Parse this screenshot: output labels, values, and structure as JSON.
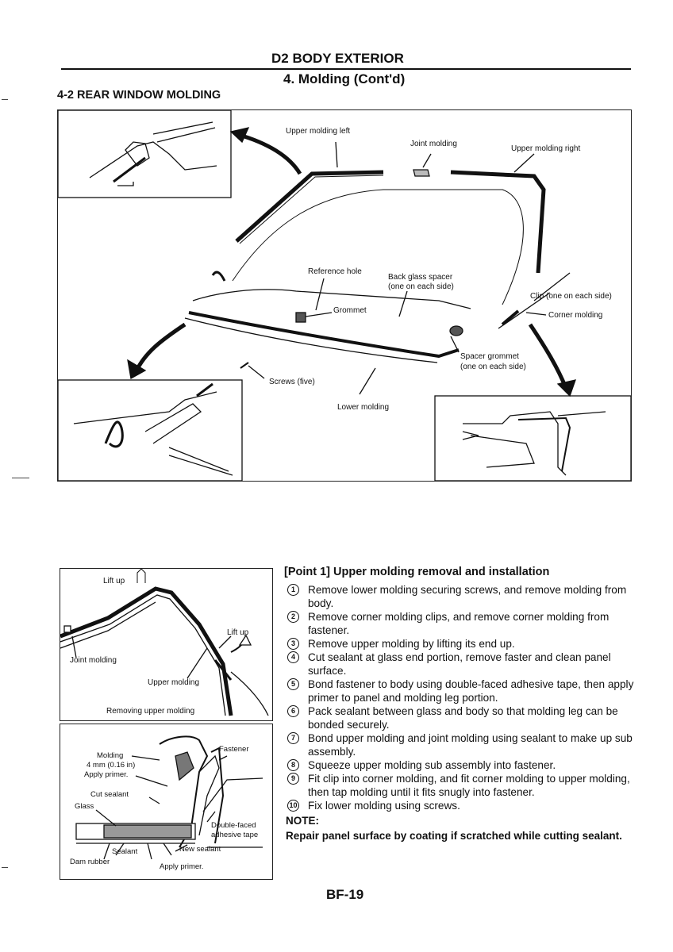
{
  "header": {
    "section_title": "D2 BODY EXTERIOR",
    "subsection_title": "4. Molding (Cont'd)",
    "sub_heading": "4-2 REAR WINDOW MOLDING"
  },
  "main_figure": {
    "labels": {
      "upper_left": "Upper molding left",
      "joint": "Joint molding",
      "upper_right": "Upper molding right",
      "reference_hole": "Reference hole",
      "back_glass_spacer": "Back glass spacer",
      "back_glass_spacer_note": "(one on each side)",
      "clip": "Clip (one on each side)",
      "grommet": "Grommet",
      "corner": "Corner molding",
      "spacer_grommet": "Spacer grommet",
      "spacer_grommet_note": "(one on each side)",
      "screws": "Screws (five)",
      "lower": "Lower molding"
    }
  },
  "lift_figure": {
    "labels": {
      "lift_up_1": "Lift up",
      "lift_up_2": "Lift up",
      "joint": "Joint molding",
      "upper": "Upper molding",
      "caption": "Removing upper molding"
    }
  },
  "section_figure": {
    "labels": {
      "molding": "Molding",
      "dimension": "4 mm (0.16 in)",
      "apply_primer_1": "Apply primer.",
      "fastener": "Fastener",
      "cut_sealant": "Cut sealant",
      "glass": "Glass",
      "double_faced_1": "Double-faced",
      "double_faced_2": "adhesive tape",
      "sealant": "Sealant",
      "new_sealant": "New sealant",
      "dam_rubber": "Dam rubber",
      "apply_primer_2": "Apply primer."
    }
  },
  "point1": {
    "heading": "[Point 1] Upper molding removal and installation",
    "steps": [
      {
        "num": "1",
        "text": "Remove lower molding securing screws, and remove molding from body."
      },
      {
        "num": "2",
        "text": "Remove corner molding clips, and remove corner molding from fastener."
      },
      {
        "num": "3",
        "text": "Remove upper molding by lifting its end up."
      },
      {
        "num": "4",
        "text": "Cut sealant at glass end portion, remove faster and clean panel surface."
      },
      {
        "num": "5",
        "text": "Bond fastener to body using double-faced adhesive tape, then apply primer to panel and molding leg portion."
      },
      {
        "num": "6",
        "text": "Pack sealant between glass and body so that molding leg can be bonded securely."
      },
      {
        "num": "7",
        "text": "Bond upper molding and joint molding using sealant to make up sub assembly."
      },
      {
        "num": "8",
        "text": "Squeeze upper molding sub assembly into fastener."
      },
      {
        "num": "9",
        "text": "Fit clip into corner molding, and fit corner molding to upper molding, then tap molding until it fits snugly into fastener."
      },
      {
        "num": "10",
        "text": "Fix lower molding using screws."
      }
    ],
    "note_label": "NOTE:",
    "note_text": "Repair panel surface by coating if scratched while cutting sealant."
  },
  "footer": {
    "page_number": "BF-19"
  }
}
